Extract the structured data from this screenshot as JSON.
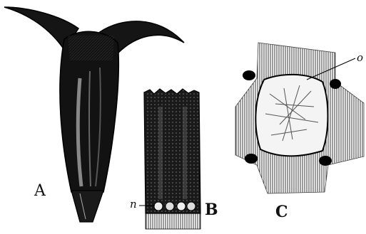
{
  "figure": {
    "labels": {
      "a": "A",
      "b": "B",
      "c": "C",
      "n": "n",
      "o": "o"
    },
    "ink_color": "#111111",
    "paper_color": "#ffffff"
  }
}
